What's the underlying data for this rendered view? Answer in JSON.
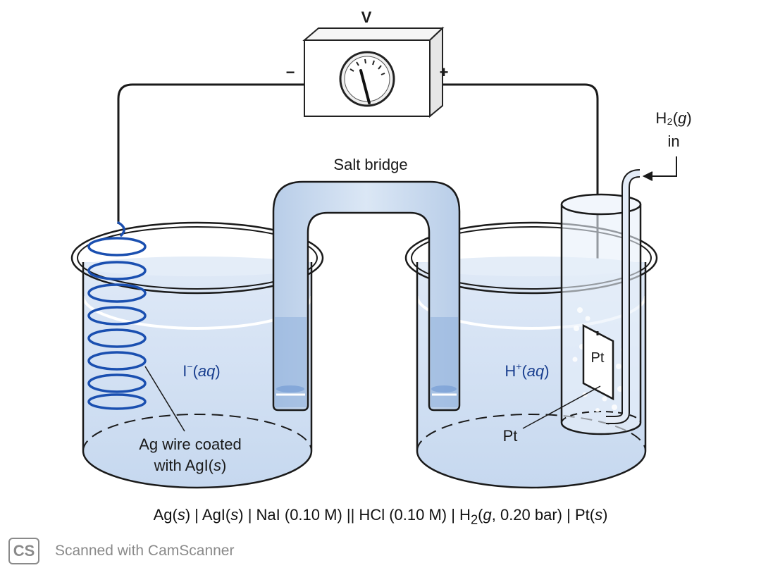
{
  "voltmeter": {
    "label": "V",
    "negative": "−",
    "positive": "+"
  },
  "salt_bridge": {
    "label": "Salt bridge"
  },
  "gas_inlet": {
    "line1": "H₂(",
    "g": "g",
    "close": ")",
    "line2": "in"
  },
  "left_cell": {
    "solution_prefix": "I",
    "solution_sup": "−",
    "solution_paren_open": "(",
    "solution_aq": "aq",
    "solution_paren_close": ")",
    "electrode_line1": "Ag wire coated",
    "electrode_line2_prefix": "with AgI(",
    "electrode_line2_s": "s",
    "electrode_line2_close": ")"
  },
  "right_cell": {
    "solution_prefix": "H",
    "solution_sup": "+",
    "solution_paren_open": "(",
    "solution_aq": "aq",
    "solution_paren_close": ")",
    "pt_plate": "Pt",
    "pt_label": "Pt"
  },
  "cell_notation": {
    "p1": "Ag(",
    "s1": "s",
    "p2": ") | AgI(",
    "s2": "s",
    "p3": ") | NaI (0.10 M) || HCl (0.10 M) | H",
    "sub": "2",
    "p4": "(",
    "g": "g",
    "p5": ", 0.20 bar) | Pt(",
    "s3": "s",
    "p6": ")"
  },
  "footer": {
    "logo": "CS",
    "text": "Scanned with CamScanner"
  },
  "colors": {
    "solution": "#c9dcf2",
    "bridge": "#c5d8ee",
    "coil": "#1a4fb0",
    "wire": "#1a1a1a"
  }
}
